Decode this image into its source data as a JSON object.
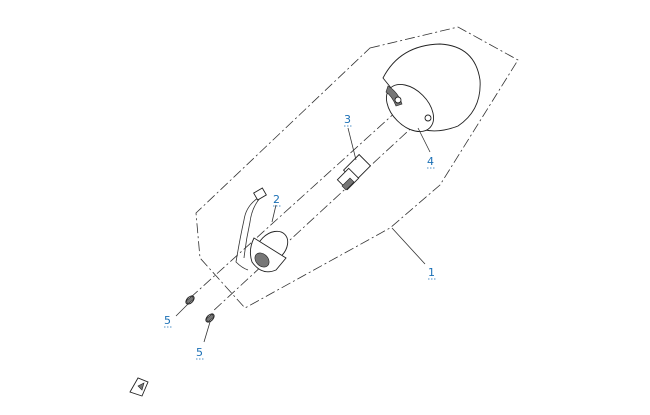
{
  "callouts": [
    {
      "id": "c1",
      "label": "1"
    },
    {
      "id": "c2",
      "label": "2"
    },
    {
      "id": "c3",
      "label": "3"
    },
    {
      "id": "c4",
      "label": "4"
    },
    {
      "id": "c5a",
      "label": "5"
    },
    {
      "id": "c5b",
      "label": "5"
    }
  ],
  "colors": {
    "callout": "#1a6fb5",
    "line": "#333333"
  },
  "icons": {
    "corner": "page-fold-icon"
  }
}
